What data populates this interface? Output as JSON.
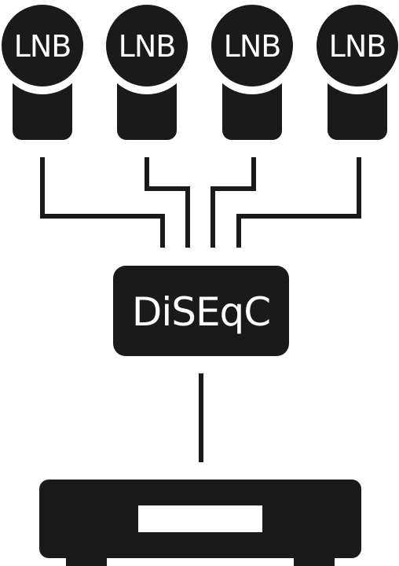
{
  "colors": {
    "ink": "#1a1a1a",
    "background": "#ffffff",
    "text_on_ink": "#ffffff"
  },
  "lnbs": [
    {
      "label": "LNB"
    },
    {
      "label": "LNB"
    },
    {
      "label": "LNB"
    },
    {
      "label": "LNB"
    }
  ],
  "switch": {
    "label": "DiSEqC"
  },
  "receiver": {
    "icon": "set-top-box-icon"
  }
}
